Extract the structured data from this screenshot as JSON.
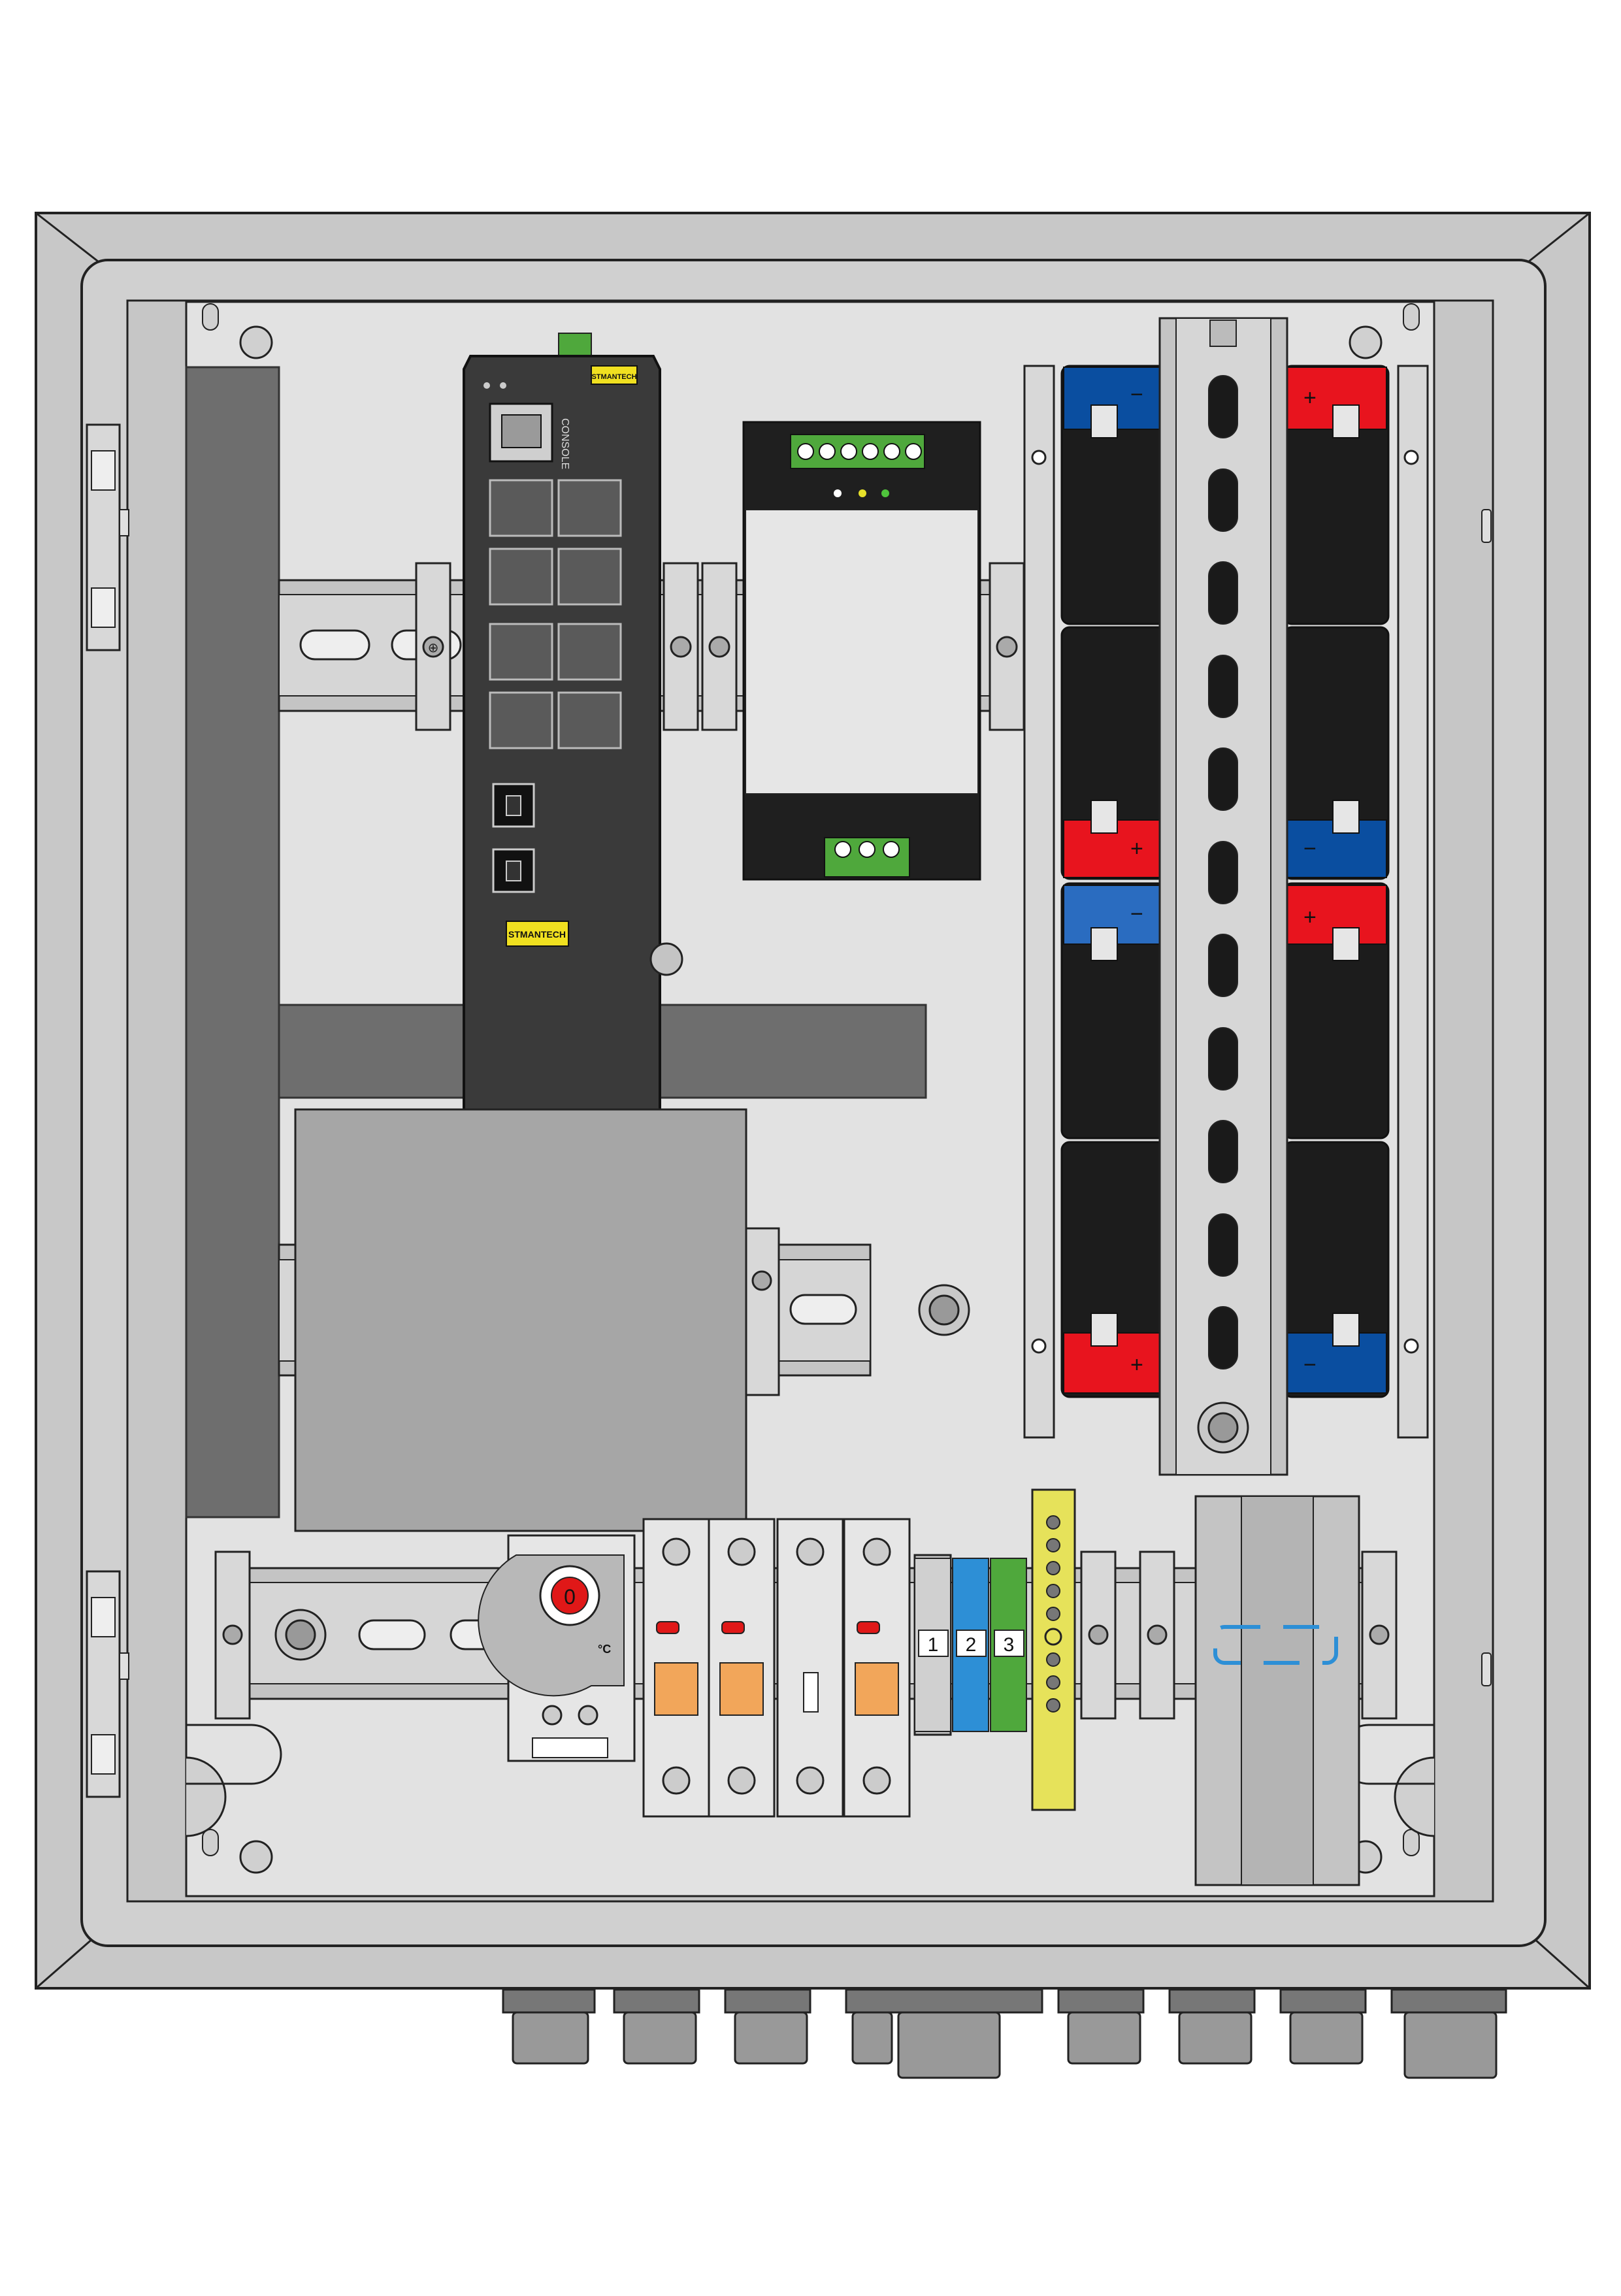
{
  "switch": {
    "brand_top": "STMANTECH",
    "brand_bottom": "STMANTECH",
    "console_label": "CONSOLE"
  },
  "thermostat": {
    "dial_value": "0",
    "unit": "°C"
  },
  "terminals": {
    "labels": [
      "1",
      "2",
      "3"
    ]
  },
  "batteries": [
    {
      "top": "−",
      "bottom": "+"
    },
    {
      "top": "+",
      "bottom": "−"
    },
    {
      "top": "−",
      "bottom": "+"
    },
    {
      "top": "+",
      "bottom": "−"
    }
  ],
  "colors": {
    "enclosure_frame": "#c8c8c8",
    "mounting_plate": "#e2e2e2",
    "din_rail": "#c4c4c4",
    "device_dark": "#3a3a3a",
    "battery_body": "#1c1c1c",
    "battery_positive": "#e8141e",
    "battery_negative": "#0a4ea0",
    "terminal_green": "#4fa83c",
    "terminal_blue": "#2d8fd6",
    "terminal_yellow": "#e6e25a",
    "breaker_orange": "#f2a65a",
    "indicator_red": "#e01818",
    "cable_duct": "#6e6e6e"
  }
}
